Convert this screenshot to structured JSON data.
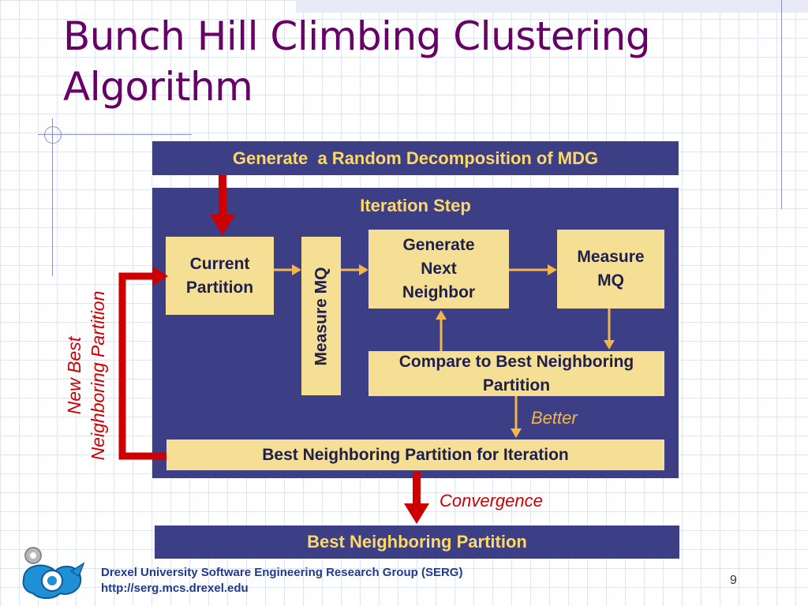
{
  "slide": {
    "title_line1": "Bunch Hill Climbing Clustering",
    "title_line2": "Algorithm",
    "page_number": "9"
  },
  "diagram": {
    "top_bar": "Generate  a Random Decomposition of MDG",
    "iteration_label": "Iteration Step",
    "current_partition": "Current Partition",
    "measure_mq_vertical": "Measure MQ",
    "generate_next_neighbor": "Generate Next Neighbor",
    "measure_mq": "Measure MQ",
    "compare_box": "Compare to Best Neighboring Partition",
    "best_iteration": "Best Neighboring Partition for Iteration",
    "better_label": "Better",
    "convergence_label": "Convergence",
    "final_bar": "Best Neighboring Partition",
    "side_label_line1": "New Best",
    "side_label_line2": "Neighboring Partition"
  },
  "footer": {
    "line1": "Drexel University Software Engineering Research Group (SERG)",
    "line2": "http://serg.mcs.drexel.edu"
  },
  "colors": {
    "title": "#660066",
    "navy": "#3d3f86",
    "tan": "#f4df95",
    "red_arrow": "#cc0000",
    "orange_arrow": "#f4b64a"
  }
}
